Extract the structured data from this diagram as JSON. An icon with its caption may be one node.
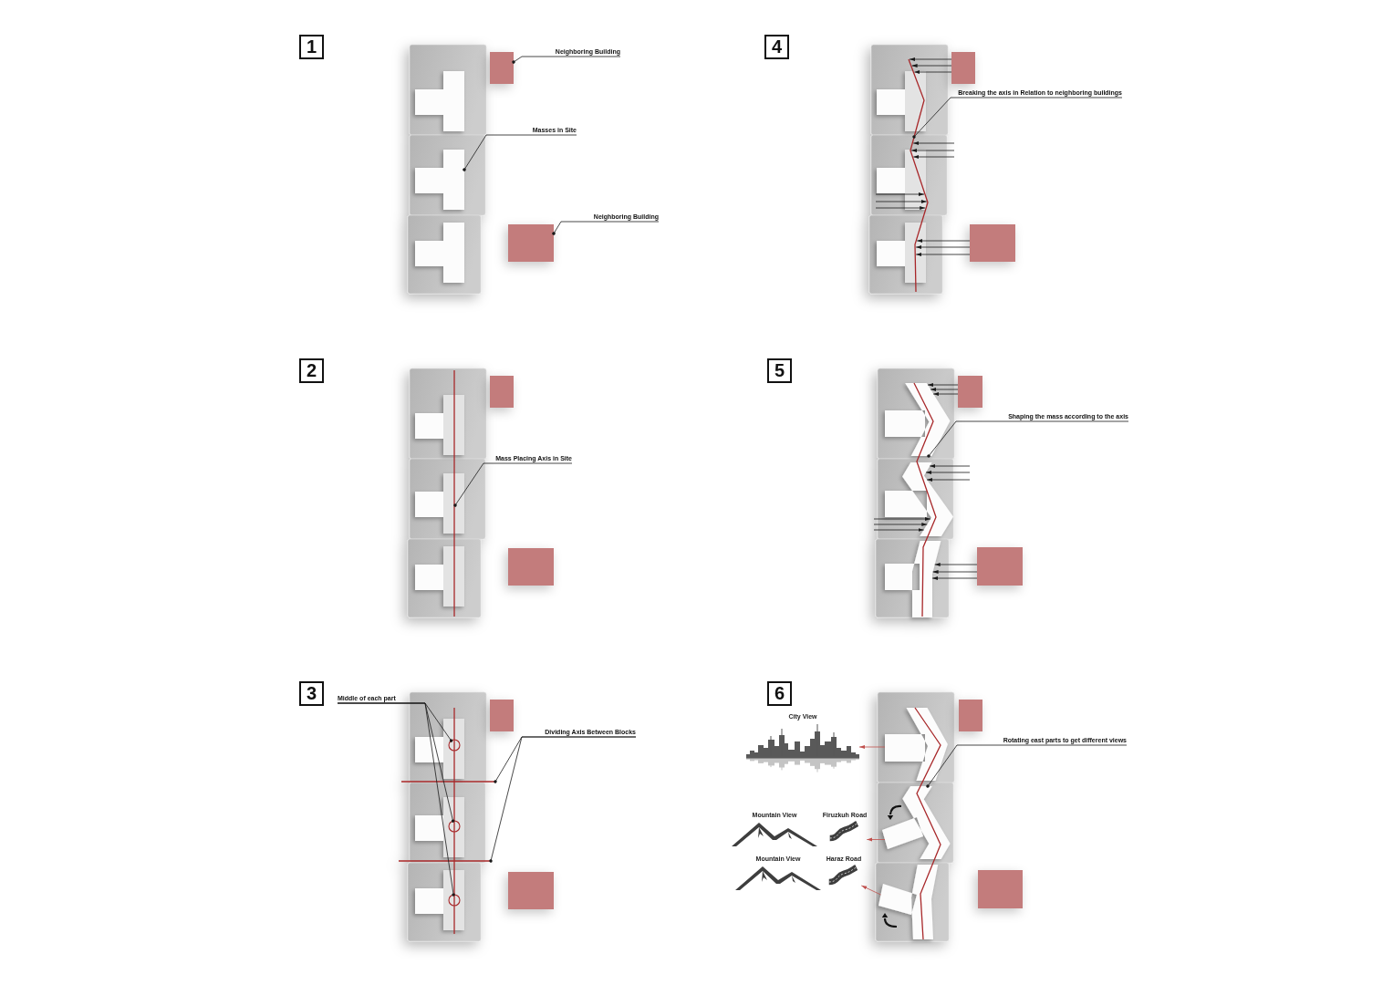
{
  "diagram": {
    "nodes": [
      {
        "text": [
          "1"
        ]
      },
      {
        "text": [
          "Neighboring Building"
        ]
      },
      {
        "text": [],
        "shape": "box"
      },
      {
        "text": [
          "Masses in Site"
        ]
      },
      {
        "text": [],
        "shape": "polygon"
      },
      {
        "text": [
          "Neighboring Building"
        ]
      },
      {
        "text": [],
        "shape": "box"
      },
      {
        "text": [
          "2"
        ]
      },
      {
        "text": [
          "Mass Placing Axis in Site"
        ]
      },
      {
        "text": [],
        "shape": "line"
      },
      {
        "text": [
          "3"
        ]
      },
      {
        "text": [
          "Middle of each part"
        ]
      },
      {
        "text": [],
        "shape": "circle"
      },
      {
        "text": [],
        "shape": "circle"
      },
      {
        "text": [],
        "shape": "circle"
      },
      {
        "text": [
          "Dividing Axis Between Blocks"
        ]
      },
      {
        "text": [],
        "shape": "line"
      },
      {
        "text": [],
        "shape": "line"
      },
      {
        "text": [
          "4"
        ]
      },
      {
        "text": [
          "Breaking the axis in Relation to neighboring buildings"
        ]
      },
      {
        "text": [],
        "shape": "line"
      },
      {
        "text": [
          "5"
        ]
      },
      {
        "text": [
          "Shaping the mass according to the axis"
        ]
      },
      {
        "text": [],
        "shape": "polygon"
      },
      {
        "text": [
          "6"
        ]
      },
      {
        "text": [
          "City View"
        ]
      },
      {
        "text": [],
        "shape": "polygon"
      },
      {
        "text": [
          "Rotating east parts to get different views"
        ]
      },
      {
        "text": [],
        "shape": "polygon"
      },
      {
        "text": [
          "Mountain View"
        ]
      },
      {
        "text": [
          "Firuzkuh Road"
        ]
      },
      {
        "text": [
          "Mountain View"
        ]
      },
      {
        "text": [
          "Haraz Road"
        ]
      },
      {
        "text": [],
        "shape": "polygon"
      },
      {
        "text": [],
        "shape": "box"
      },
      {
        "text": [],
        "shape": "box"
      },
      {
        "text": [],
        "shape": "box"
      },
      {
        "text": [],
        "shape": "box"
      },
      {
        "text": [],
        "shape": "box"
      },
      {
        "text": [],
        "shape": "box"
      },
      {
        "text": [],
        "shape": "box"
      },
      {
        "text": [],
        "shape": "box"
      },
      {
        "text": [],
        "shape": "box"
      },
      {
        "text": [],
        "shape": "box"
      },
      {
        "text": [],
        "shape": "polygon"
      },
      {
        "text": [],
        "shape": "polygon"
      }
    ],
    "edges": [
      {
        "from": 1,
        "to": 2,
        "arrow": "other"
      },
      {
        "from": 3,
        "to": 4,
        "arrow": "other"
      },
      {
        "from": 5,
        "to": 6,
        "arrow": "other"
      },
      {
        "from": 8,
        "to": 9,
        "arrow": "other"
      },
      {
        "from": 11,
        "to": 12,
        "arrow": "other"
      },
      {
        "from": 11,
        "to": 13,
        "arrow": "other"
      },
      {
        "from": 11,
        "to": 14,
        "arrow": "other"
      },
      {
        "from": 15,
        "to": 16,
        "arrow": "other"
      },
      {
        "from": 15,
        "to": 17,
        "arrow": "other"
      },
      {
        "from": 19,
        "to": 20,
        "arrow": "other"
      },
      {
        "from": 22,
        "to": 23,
        "arrow": "other"
      },
      {
        "from": 27,
        "to": 28,
        "arrow": "other"
      },
      {
        "from": 26,
        "to": 25,
        "arrow": "to",
        "color": "#c0504d"
      },
      {
        "from": 28,
        "to": 30,
        "arrow": "to",
        "color": "#c0504d"
      },
      {
        "from": 33,
        "to": 32,
        "arrow": "to",
        "color": "#c0504d"
      },
      {
        "from": 38,
        "to": 20,
        "arrow": "to"
      },
      {
        "from": 38,
        "to": 20,
        "arrow": "to"
      },
      {
        "from": 38,
        "to": 20,
        "arrow": "to"
      },
      {
        "from": 39,
        "to": 20,
        "arrow": "to"
      },
      {
        "from": 39,
        "to": 20,
        "arrow": "to"
      },
      {
        "from": 39,
        "to": 20,
        "arrow": "to"
      },
      {
        "from": null,
        "to": 20,
        "arrow": "to"
      },
      {
        "from": null,
        "to": 20,
        "arrow": "to"
      },
      {
        "from": null,
        "to": 20,
        "arrow": "to"
      },
      {
        "from": null,
        "to": 20,
        "arrow": "to"
      },
      {
        "from": null,
        "to": 20,
        "arrow": "to"
      },
      {
        "from": null,
        "to": 20,
        "arrow": "to"
      },
      {
        "from": 40,
        "to": 23,
        "arrow": "to"
      },
      {
        "from": 40,
        "to": 23,
        "arrow": "to"
      },
      {
        "from": 40,
        "to": 23,
        "arrow": "to"
      },
      {
        "from": null,
        "to": 44,
        "arrow": "to"
      },
      {
        "from": null,
        "to": 44,
        "arrow": "to"
      },
      {
        "from": null,
        "to": 44,
        "arrow": "to"
      },
      {
        "from": null,
        "to": 44,
        "arrow": "to"
      },
      {
        "from": null,
        "to": 44,
        "arrow": "to"
      },
      {
        "from": null,
        "to": 44,
        "arrow": "to"
      },
      {
        "from": 41,
        "to": 45,
        "arrow": "to"
      },
      {
        "from": 41,
        "to": 45,
        "arrow": "to"
      },
      {
        "from": 41,
        "to": 45,
        "arrow": "to"
      }
    ]
  }
}
